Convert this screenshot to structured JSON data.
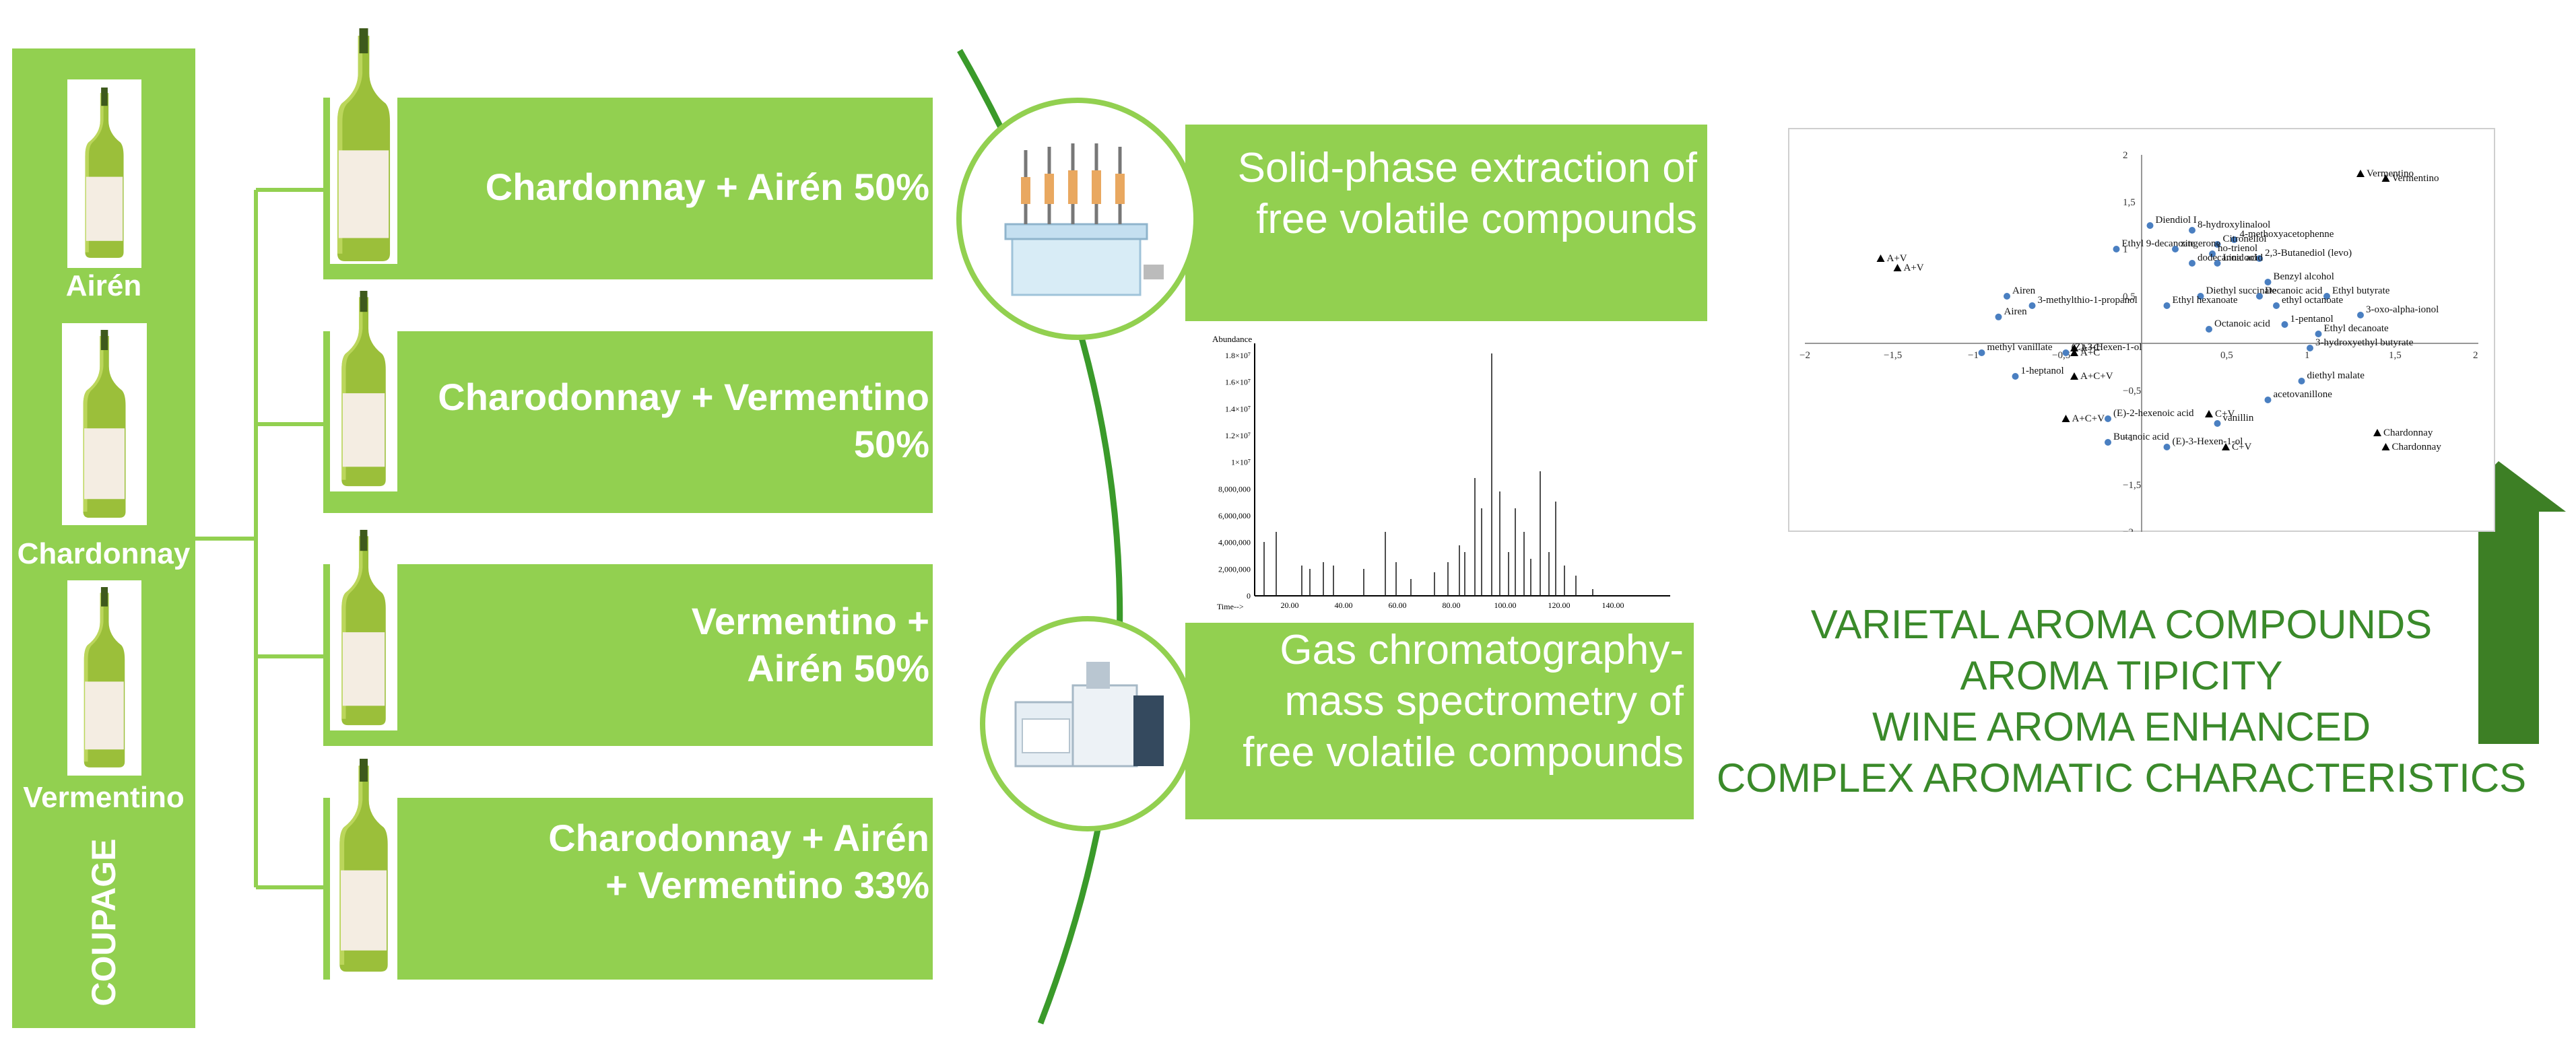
{
  "varieties": [
    "Airén",
    "Chardonnay",
    "Vermentino"
  ],
  "coupage_label": "COUPAGE",
  "blends": [
    {
      "label": "Chardonnay + Airén 50%"
    },
    {
      "label": "Charodonnay + Vermentino 50%"
    },
    {
      "label": "Vermentino + Airén 50%"
    },
    {
      "label": "Charodonnay + Airén + Vermentino 33%"
    }
  ],
  "techniques": {
    "spe": "Solid-phase extraction of free volatile compounds",
    "gcms": "Gas chromatography-mass spectrometry of free volatile compounds"
  },
  "chromatogram": {
    "ylabel": "Abundance",
    "xlabel": "Time-->",
    "yticks": [
      "1.8×10⁷",
      "1.6×10⁷",
      "1.4×10⁷",
      "1.2×10⁷",
      "1×10⁷",
      "8,000,000",
      "6,000,000",
      "4,000,000",
      "2,000,000",
      "0"
    ],
    "xticks": [
      "20.00",
      "40.00",
      "60.00",
      "80.00",
      "100.00",
      "120.00",
      "140.00"
    ]
  },
  "chart_data": {
    "type": "scatter",
    "xlim": [
      -2,
      2
    ],
    "ylim": [
      -2,
      2
    ],
    "xticks": [
      "−2",
      "−1,5",
      "−1",
      "−0,5",
      "0",
      "0,5",
      "1",
      "1,5",
      "2"
    ],
    "yticks": [
      "2",
      "1,5",
      "1",
      "0,5",
      "−0,5",
      "−1",
      "−1,5",
      "−2"
    ],
    "variables": [
      {
        "label": "Diendiol I",
        "x": 0.05,
        "y": 1.25
      },
      {
        "label": "8-hydroxylinalool",
        "x": 0.3,
        "y": 1.2
      },
      {
        "label": "4-methoxyacetophenne",
        "x": 0.55,
        "y": 1.1
      },
      {
        "label": "Citronellol",
        "x": 0.45,
        "y": 1.05
      },
      {
        "label": "Ethyl 9-decanoate",
        "x": -0.15,
        "y": 1.0
      },
      {
        "label": "zingerone",
        "x": 0.2,
        "y": 1.0
      },
      {
        "label": "ho-trienol",
        "x": 0.42,
        "y": 0.95
      },
      {
        "label": "2,3-Butanediol (levo)",
        "x": 0.7,
        "y": 0.9
      },
      {
        "label": "dodecanoic acid",
        "x": 0.3,
        "y": 0.85
      },
      {
        "label": "Linalool",
        "x": 0.45,
        "y": 0.85
      },
      {
        "label": "Benzyl alcohol",
        "x": 0.75,
        "y": 0.65
      },
      {
        "label": "Airen",
        "x": -0.8,
        "y": 0.5
      },
      {
        "label": "Diethyl succinate",
        "x": 0.35,
        "y": 0.5
      },
      {
        "label": "Decanoic acid",
        "x": 0.7,
        "y": 0.5
      },
      {
        "label": "Ethyl butyrate",
        "x": 1.1,
        "y": 0.5
      },
      {
        "label": "3-methylthio-1-propanol",
        "x": -0.65,
        "y": 0.4
      },
      {
        "label": "Ethyl hexanoate",
        "x": 0.15,
        "y": 0.4
      },
      {
        "label": "ethyl octanoate",
        "x": 0.8,
        "y": 0.4
      },
      {
        "label": "Airen",
        "x": -0.85,
        "y": 0.28
      },
      {
        "label": "1-pentanol",
        "x": 0.85,
        "y": 0.2
      },
      {
        "label": "3-oxo-alpha-ionol",
        "x": 1.3,
        "y": 0.3
      },
      {
        "label": "Octanoic acid",
        "x": 0.4,
        "y": 0.15
      },
      {
        "label": "Ethyl decanoate",
        "x": 1.05,
        "y": 0.1
      },
      {
        "label": "methyl vanillate",
        "x": -0.95,
        "y": -0.1
      },
      {
        "label": "(Z)-3-Hexen-1-ol",
        "x": -0.45,
        "y": -0.1
      },
      {
        "label": "3-hydroxyethyl butyrate",
        "x": 1.0,
        "y": -0.05
      },
      {
        "label": "1-heptanol",
        "x": -0.75,
        "y": -0.35
      },
      {
        "label": "diethyl malate",
        "x": 0.95,
        "y": -0.4
      },
      {
        "label": "acetovanillone",
        "x": 0.75,
        "y": -0.6
      },
      {
        "label": "(E)-2-hexenoic acid",
        "x": -0.2,
        "y": -0.8
      },
      {
        "label": "vanillin",
        "x": 0.45,
        "y": -0.85
      },
      {
        "label": "Butanoic acid",
        "x": -0.2,
        "y": -1.05
      },
      {
        "label": "(E)-3-Hexen-1-ol",
        "x": 0.15,
        "y": -1.1
      }
    ],
    "samples": [
      {
        "label": "Vermentino",
        "x": 1.3,
        "y": 1.8
      },
      {
        "label": "Vermentino",
        "x": 1.45,
        "y": 1.75
      },
      {
        "label": "A+V",
        "x": -1.55,
        "y": 0.9
      },
      {
        "label": "A+V",
        "x": -1.45,
        "y": 0.8
      },
      {
        "label": "A+C",
        "x": -0.4,
        "y": -0.05
      },
      {
        "label": "A+C",
        "x": -0.4,
        "y": -0.1
      },
      {
        "label": "A+C+V",
        "x": -0.4,
        "y": -0.35
      },
      {
        "label": "A+C+V",
        "x": -0.45,
        "y": -0.8
      },
      {
        "label": "C+V",
        "x": 0.4,
        "y": -0.75
      },
      {
        "label": "C+V",
        "x": 0.5,
        "y": -1.1
      },
      {
        "label": "Chardonnay",
        "x": 1.4,
        "y": -0.95
      },
      {
        "label": "Chardonnay",
        "x": 1.45,
        "y": -1.1
      }
    ]
  },
  "conclusions": [
    "VARIETAL AROMA COMPOUNDS",
    "AROMA TIPICITY",
    "WINE AROMA ENHANCED",
    "COMPLEX AROMATIC CHARACTERISTICS"
  ],
  "colors": {
    "green": "#92d050",
    "dark_green": "#3a7d2a",
    "point_blue": "#4a7fc1"
  }
}
